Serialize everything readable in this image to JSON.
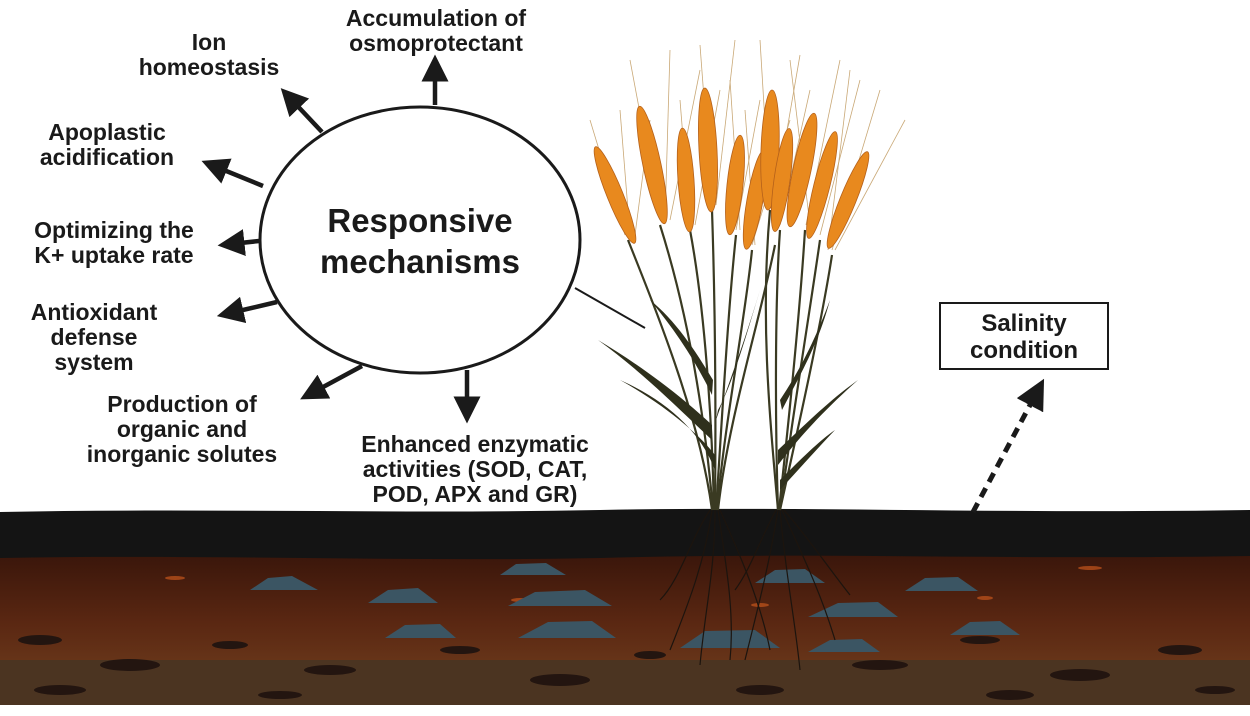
{
  "center": {
    "lines": [
      "Responsive",
      "mechanisms"
    ]
  },
  "mechanisms": [
    {
      "id": "osmoprotectant",
      "lines": [
        "Accumulation of",
        "osmoprotectant"
      ]
    },
    {
      "id": "ion-homeostasis",
      "lines": [
        "Ion",
        "homeostasis"
      ]
    },
    {
      "id": "apoplastic",
      "lines": [
        "Apoplastic",
        "acidification"
      ]
    },
    {
      "id": "k-uptake",
      "lines": [
        "Optimizing the",
        "K+ uptake rate"
      ]
    },
    {
      "id": "antioxidant",
      "lines": [
        "Antioxidant",
        "defense",
        "system"
      ]
    },
    {
      "id": "solutes",
      "lines": [
        "Production of",
        "organic and",
        "inorganic solutes"
      ]
    },
    {
      "id": "enzymatic",
      "lines": [
        "Enhanced enzymatic",
        "activities (SOD, CAT,",
        "POD, APX and GR)"
      ]
    }
  ],
  "condition": {
    "lines": [
      "Salinity",
      "condition"
    ]
  },
  "colors": {
    "soil_top": "#141414",
    "soil_mid": "#4a1f10",
    "soil_low": "#6b3a1c",
    "rocks": "#3b5563",
    "wheat_head": "#e8891e",
    "stem": "#3a3a22"
  }
}
